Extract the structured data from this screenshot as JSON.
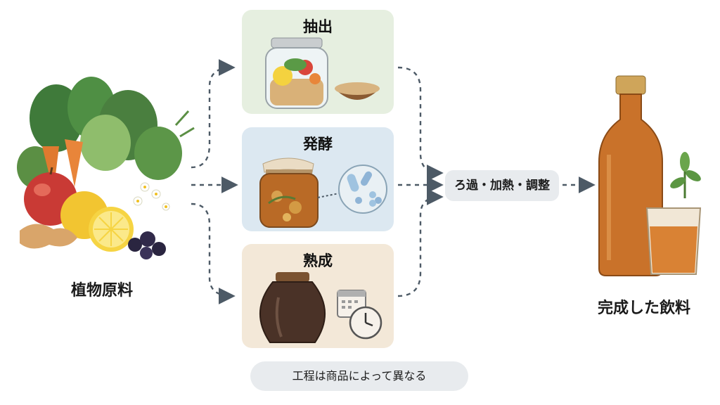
{
  "source_label": "植物原料",
  "steps": [
    {
      "title": "抽出"
    },
    {
      "title": "発酵"
    },
    {
      "title": "熟成"
    }
  ],
  "process_label": "ろ過・加熱・調整",
  "result_label": "完成した飲料",
  "note": "工程は商品によって異なる",
  "colors": {
    "extract_bg": "#e6efe0",
    "ferment_bg": "#dce8f1",
    "aging_bg": "#f3e8d8",
    "pill_bg": "#e8ebee",
    "arrow": "#4d5a66",
    "drink": "#c9722a"
  },
  "icons": [
    "vegetables-illustration",
    "glass-jar-icon",
    "sugar-bowl-icon",
    "fermentation-jar-icon",
    "microbe-icon",
    "clay-pot-icon",
    "calendar-icon",
    "clock-icon",
    "bottle-icon",
    "glass-icon",
    "herb-icon"
  ]
}
